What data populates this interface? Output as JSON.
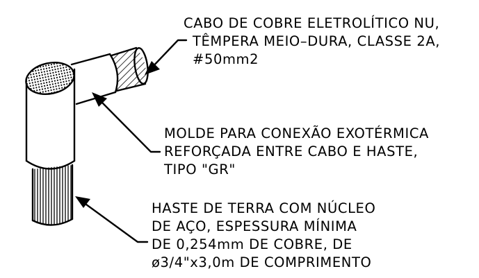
{
  "callouts": [
    {
      "id": "cable",
      "lines": [
        "CABO DE COBRE ELETROLÍTICO NU,",
        "TÊMPERA MEIO–DURA, CLASSE 2A,",
        "#50mm2"
      ]
    },
    {
      "id": "mold",
      "lines": [
        "MOLDE PARA CONEXÃO EXOTÉRMICA",
        "REFORÇADA ENTRE CABO E HASTE,",
        "TIPO \"GR\""
      ]
    },
    {
      "id": "rod",
      "lines": [
        "HASTE DE TERRA COM NÚCLEO",
        "DE AÇO, ESPESSURA MÍNIMA",
        "DE 0,254mm DE COBRE, DE",
        "ø3/4\"x3,0m DE COMPRIMENTO"
      ]
    }
  ]
}
